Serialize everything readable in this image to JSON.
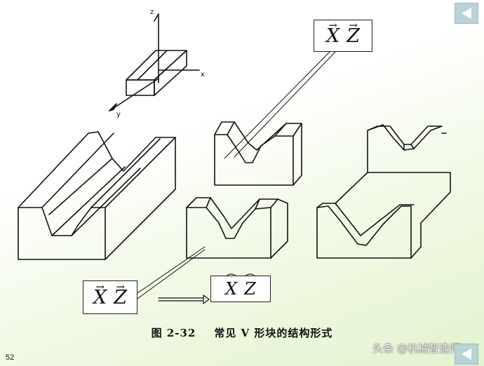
{
  "slide": {
    "page_number": "52",
    "caption": {
      "figure_number": "图 2-32",
      "title": "常见 V 形块的结构形式"
    },
    "watermark": "头条 @机械智造师",
    "axes": {
      "x": "x",
      "y": "y",
      "z": "z"
    },
    "vector_boxes": {
      "top": {
        "a": "X",
        "b": "Z",
        "accent": "→"
      },
      "bottom_left": {
        "a": "X",
        "b": "Z",
        "accent": "→"
      },
      "bottom_right": {
        "a": "X",
        "b": "Z",
        "accent": "⌒"
      }
    }
  },
  "nav": {
    "prev_icon": "triangle-left-icon",
    "next_icon": "triangle-left-icon"
  },
  "colors": {
    "nav_button": "#b9d3d6",
    "nav_arrow": "#ffffff",
    "line": "#111111"
  }
}
